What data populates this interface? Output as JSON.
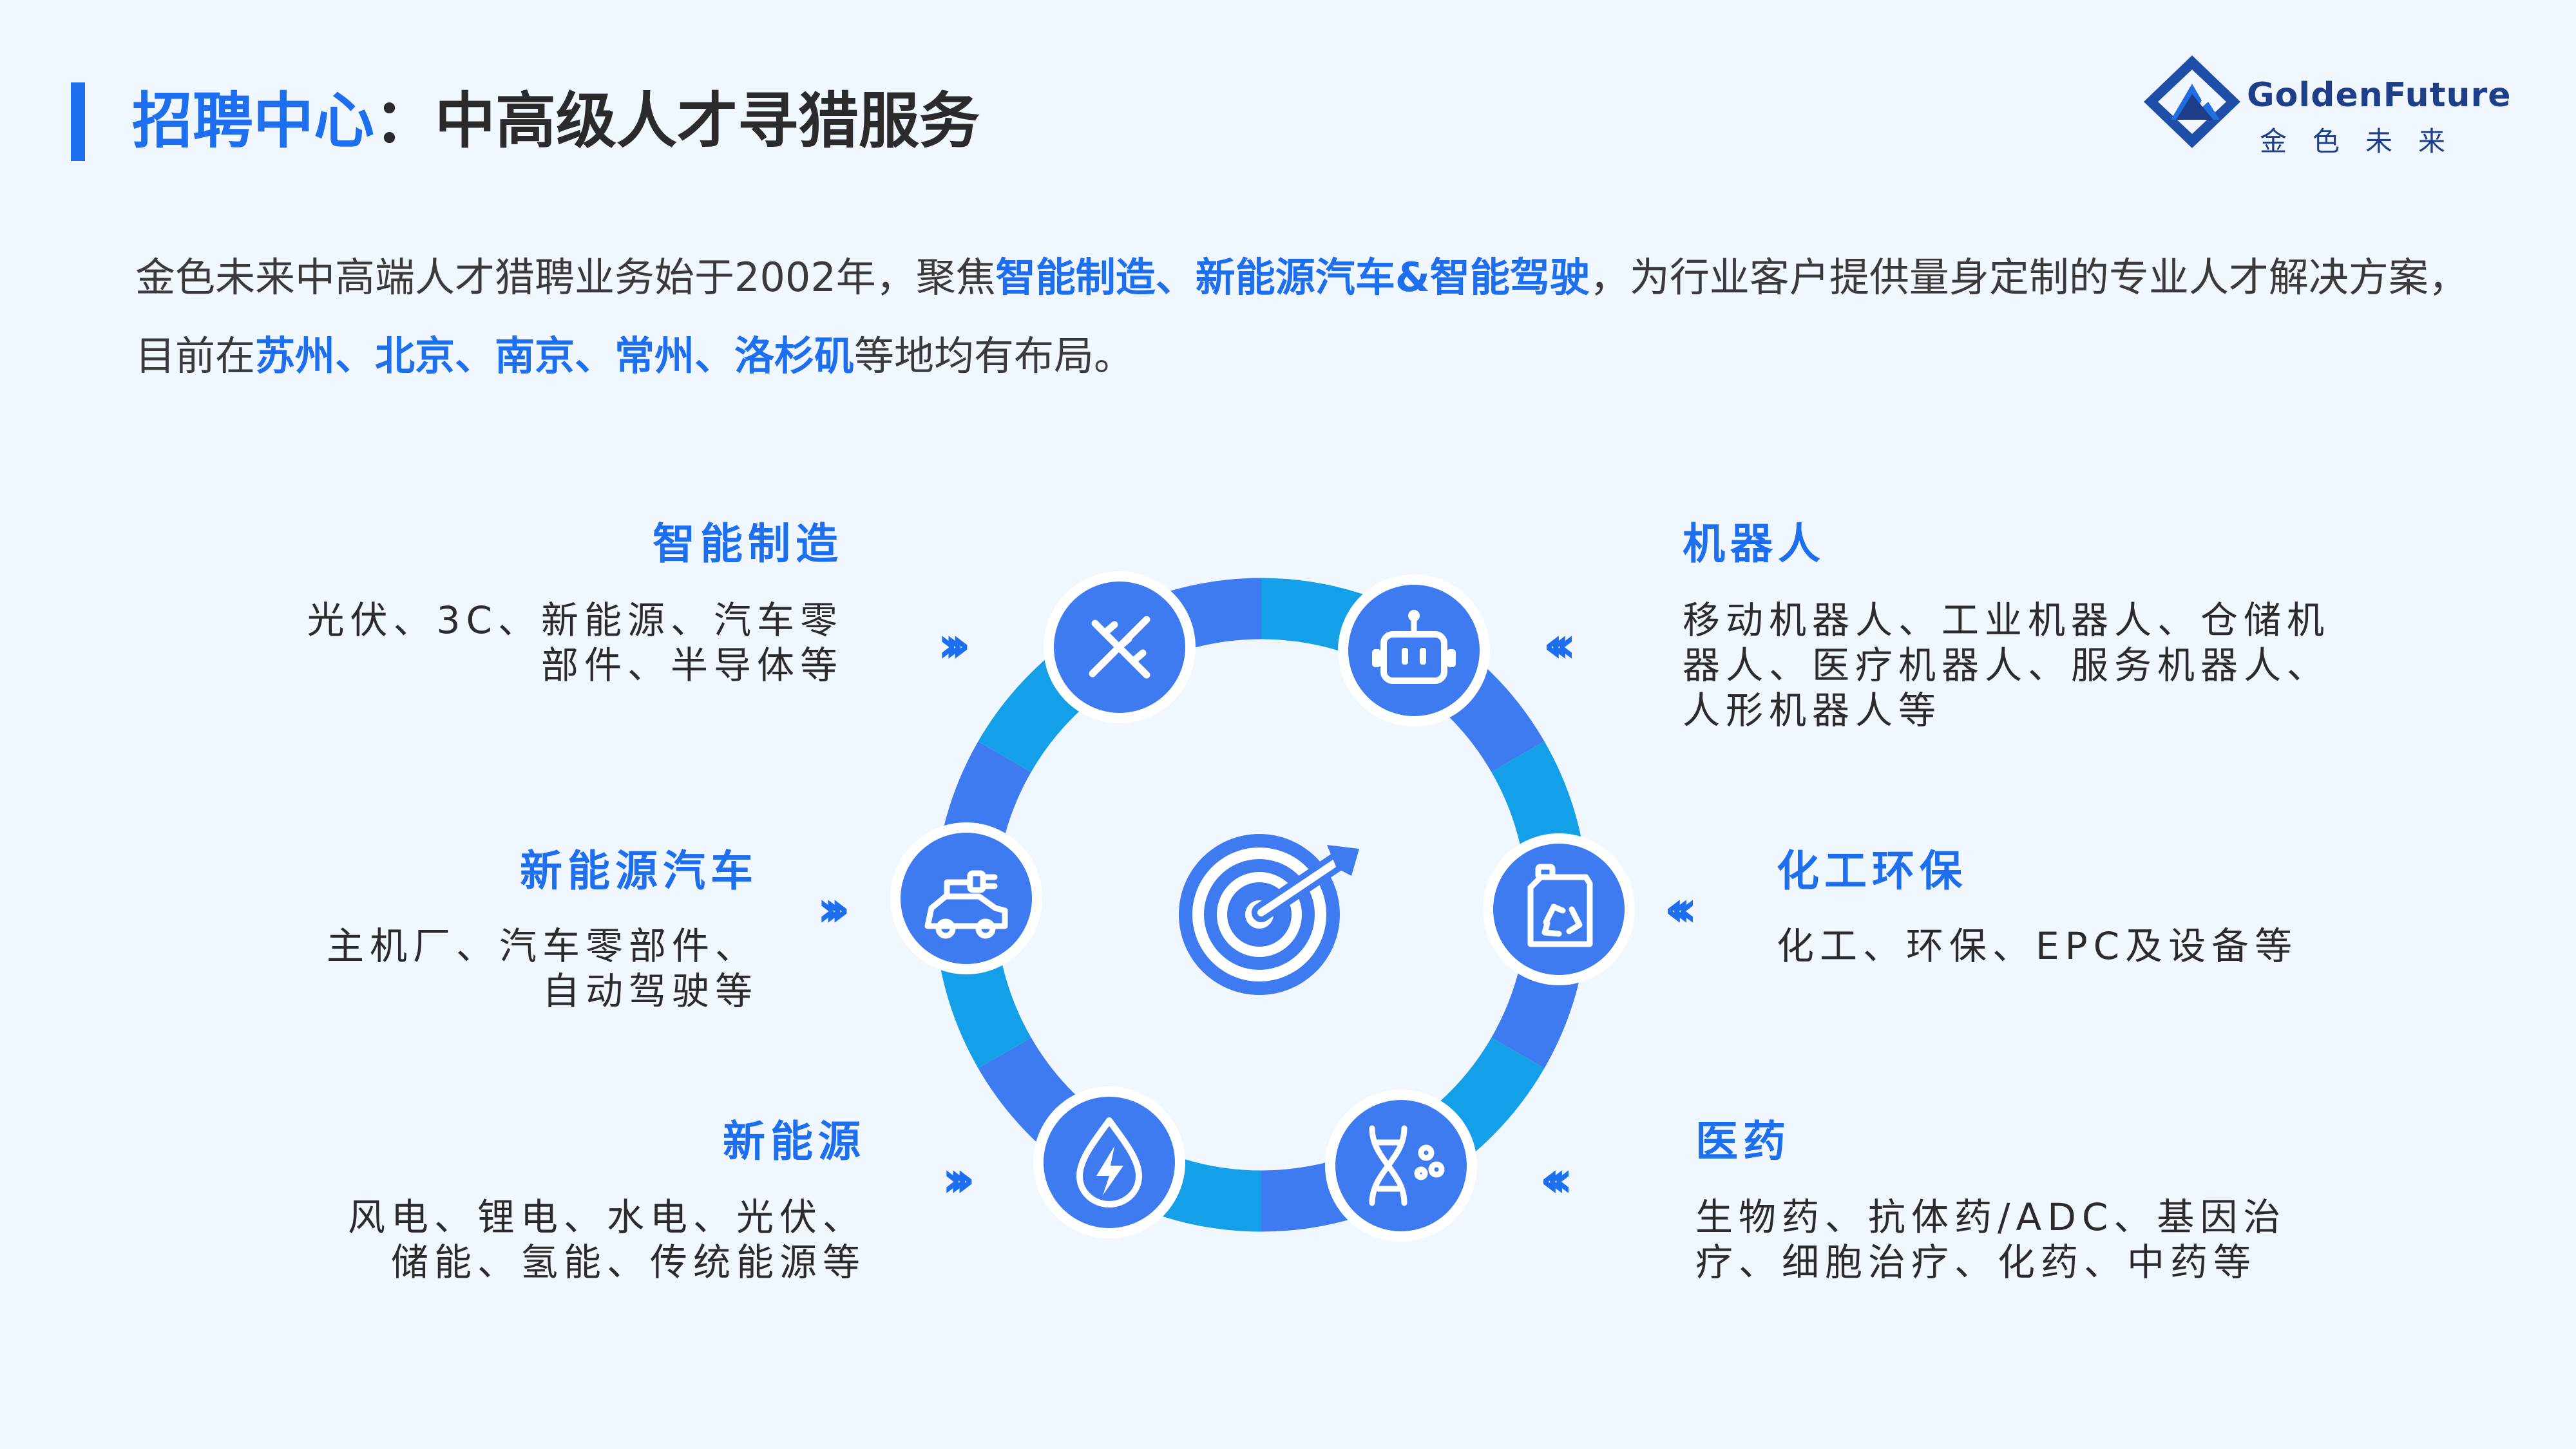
{
  "header": {
    "title_accent": "招聘中心",
    "title_rest": "：中高级人才寻猎服务"
  },
  "logo": {
    "en": "GoldenFuture",
    "cn": "金色未来"
  },
  "intro": {
    "p1": "金色未来中高端人才猎聘业务始于2002年，聚焦",
    "hl1": "智能制造、新能源汽车&智能驾驶",
    "p2": "，为行业客户提供量身定制的专业人才解决方案，目前在",
    "hl2": "苏州、北京、南京、常州、洛杉矶",
    "p3": "等地均有布局。"
  },
  "categories": {
    "smart_manufacturing": {
      "title": "智能制造",
      "line1": "光伏、3C、新能源、汽车零",
      "line2": "部件、半导体等",
      "icon": "ruler-pencil-icon"
    },
    "nev": {
      "title": "新能源汽车",
      "line1": "主机厂、汽车零部件、",
      "line2": "自动驾驶等",
      "icon": "electric-car-icon"
    },
    "new_energy": {
      "title": "新能源",
      "line1": "风电、锂电、水电、光伏、",
      "line2": "储能、氢能、传统能源等",
      "icon": "water-energy-icon"
    },
    "robot": {
      "title": "机器人",
      "line1": "移动机器人、工业机器人、仓储机",
      "line2": "器人、医疗机器人、服务机器人、",
      "line3": "人形机器人等",
      "icon": "robot-icon"
    },
    "chemical": {
      "title": "化工环保",
      "line1": "化工、环保、EPC及设备等",
      "icon": "recycle-canister-icon"
    },
    "pharma": {
      "title": "医药",
      "line1": "生物药、抗体药/ADC、基因治",
      "line2": "疗、细胞治疗、化药、中药等",
      "icon": "dna-icon"
    }
  },
  "center_icon": "target-icon",
  "colors": {
    "accent": "#1e6ff0",
    "ring_light": "#14a0e8",
    "ring_dark": "#3e7bf0",
    "background": "#f1f7fe"
  }
}
